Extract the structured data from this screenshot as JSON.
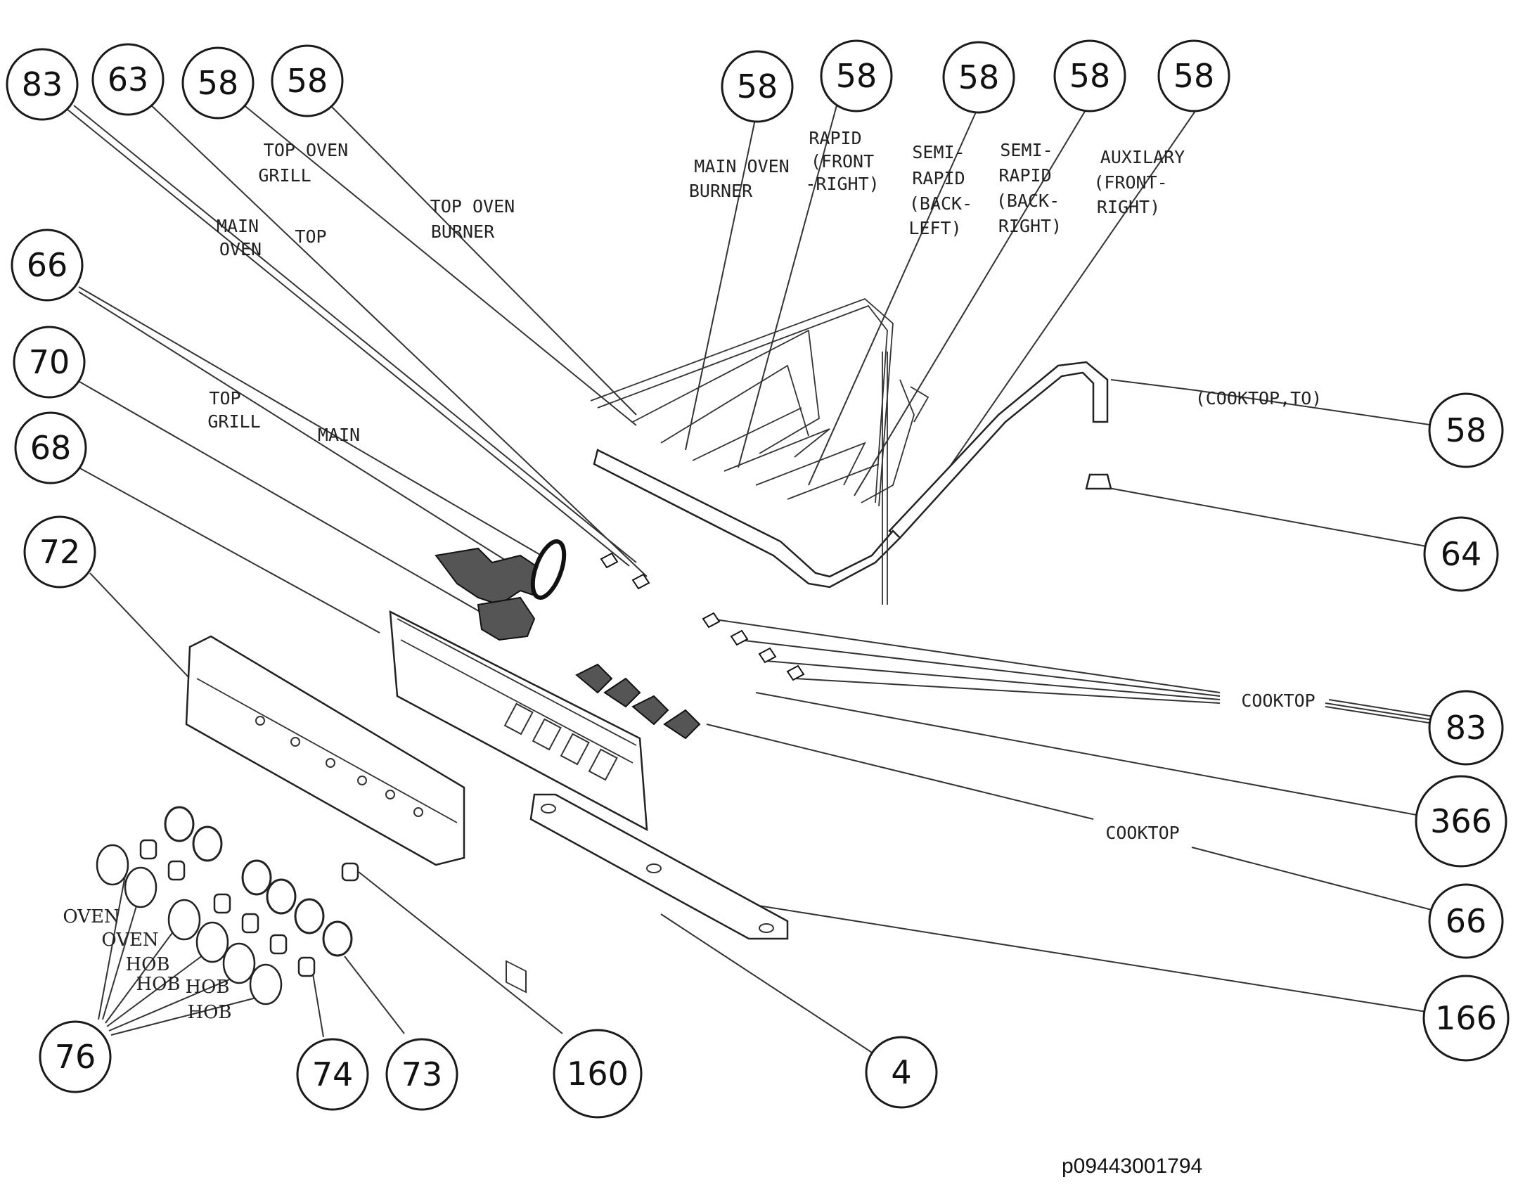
{
  "figure_id": "p09443001794",
  "callouts": [
    {
      "id": "c-83-top",
      "number": "83"
    },
    {
      "id": "c-63",
      "number": "63"
    },
    {
      "id": "c-58-a",
      "number": "58"
    },
    {
      "id": "c-58-b",
      "number": "58"
    },
    {
      "id": "c-58-c",
      "number": "58"
    },
    {
      "id": "c-58-d",
      "number": "58"
    },
    {
      "id": "c-58-e",
      "number": "58"
    },
    {
      "id": "c-58-f",
      "number": "58"
    },
    {
      "id": "c-58-g",
      "number": "58"
    },
    {
      "id": "c-58-h",
      "number": "58"
    },
    {
      "id": "c-66-left",
      "number": "66"
    },
    {
      "id": "c-70",
      "number": "70"
    },
    {
      "id": "c-68",
      "number": "68"
    },
    {
      "id": "c-72",
      "number": "72"
    },
    {
      "id": "c-64",
      "number": "64"
    },
    {
      "id": "c-83-right",
      "number": "83"
    },
    {
      "id": "c-366",
      "number": "366"
    },
    {
      "id": "c-66-right",
      "number": "66"
    },
    {
      "id": "c-166",
      "number": "166"
    },
    {
      "id": "c-76",
      "number": "76"
    },
    {
      "id": "c-74",
      "number": "74"
    },
    {
      "id": "c-73",
      "number": "73"
    },
    {
      "id": "c-160",
      "number": "160"
    },
    {
      "id": "c-4",
      "number": "4"
    }
  ],
  "labels": {
    "top_oven_grill": [
      "TOP OVEN",
      "GRILL"
    ],
    "top_oven_burner": [
      "TOP OVEN",
      "BURNER"
    ],
    "main_oven": [
      "MAIN",
      "OVEN"
    ],
    "top": "TOP",
    "main_oven_burner": [
      "MAIN OVEN",
      "BURNER"
    ],
    "rapid": [
      "RAPID",
      "(FRONT",
      "-RIGHT)"
    ],
    "semi_rapid_back_left": [
      "SEMI-",
      "RAPID",
      "(BACK-",
      "LEFT)"
    ],
    "semi_rapid_back_right": [
      "SEMI-",
      "RAPID",
      "(BACK-",
      "RIGHT)"
    ],
    "auxilary": [
      "AUXILARY",
      "(FRONT-",
      "RIGHT)"
    ],
    "top_grill": [
      "TOP",
      "GRILL"
    ],
    "main": "MAIN",
    "cooktop_to": "(COOKTOP,TO)",
    "cooktop_upper": "COOKTOP",
    "cooktop_lower": "COOKTOP",
    "knob_labels": [
      "OVEN",
      "OVEN",
      "HOB",
      "HOB",
      "HOB",
      "HOB"
    ]
  }
}
